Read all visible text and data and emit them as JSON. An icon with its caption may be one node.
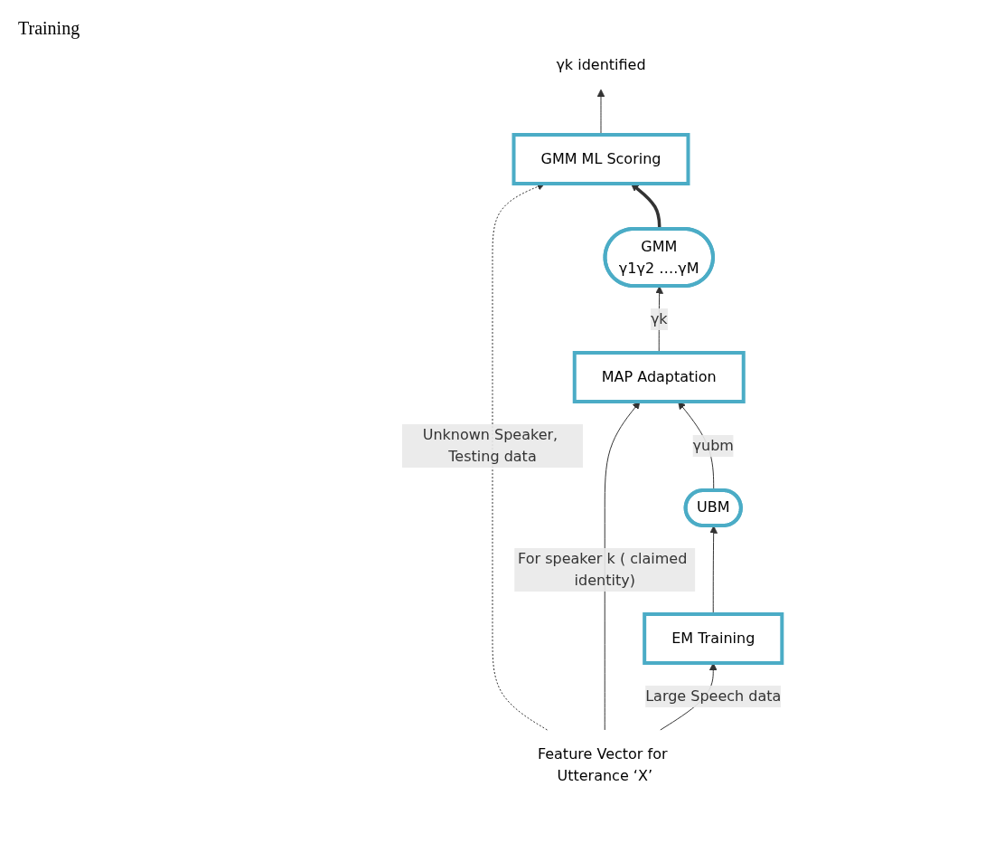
{
  "diagram": {
    "nodes": [
      {
        "text": [
          "Feature Vector for Utterance ‘X’"
        ]
      },
      {
        "text": [
          "GMM ML Scoring"
        ]
      },
      {
        "text": [
          "GMM",
          "γ1γ2 ….γM"
        ]
      },
      {
        "text": [
          "MAP Adaptation"
        ]
      },
      {
        "text": [
          "EM Training"
        ]
      },
      {
        "text": [
          "UBM"
        ]
      },
      {
        "text": [
          "γk identified"
        ]
      }
    ],
    "edges": [
      {
        "from": 0,
        "to": 1,
        "arrow": "to",
        "label": "Unknown Speaker, Testing data",
        "style": "dashed"
      },
      {
        "from": 0,
        "to": 3,
        "arrow": "to",
        "label": "For speaker k ( claimed identity)"
      },
      {
        "from": 0,
        "to": 4,
        "arrow": "to",
        "label": "Large Speech data"
      },
      {
        "from": 4,
        "to": 5,
        "arrow": "to"
      },
      {
        "from": 5,
        "to": 3,
        "arrow": "to",
        "label": "γubm"
      },
      {
        "from": 3,
        "to": 2,
        "arrow": "to",
        "label": "γk"
      },
      {
        "from": 2,
        "to": 1,
        "arrow": "to",
        "style": "thick"
      },
      {
        "from": 1,
        "to": 6,
        "arrow": "to"
      }
    ],
    "labels": [
      "Training"
    ]
  }
}
